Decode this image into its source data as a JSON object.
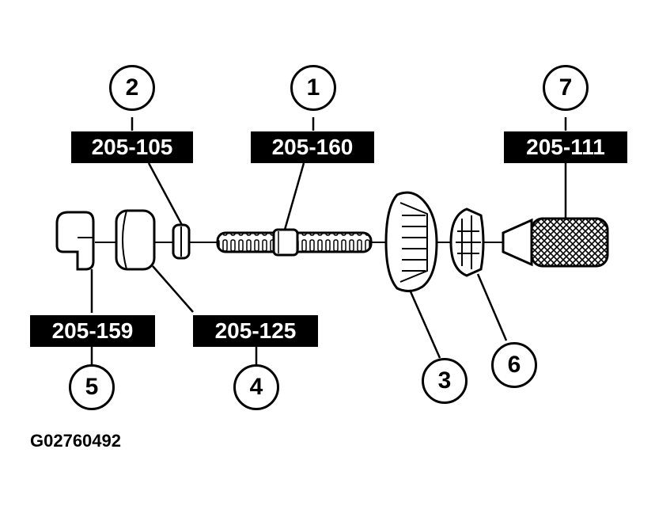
{
  "callouts": [
    {
      "num": "1",
      "part": "205-160"
    },
    {
      "num": "2",
      "part": "205-105"
    },
    {
      "num": "3",
      "part": ""
    },
    {
      "num": "4",
      "part": "205-125"
    },
    {
      "num": "5",
      "part": "205-159"
    },
    {
      "num": "6",
      "part": ""
    },
    {
      "num": "7",
      "part": "205-111"
    }
  ],
  "figure_code": "G02760492"
}
